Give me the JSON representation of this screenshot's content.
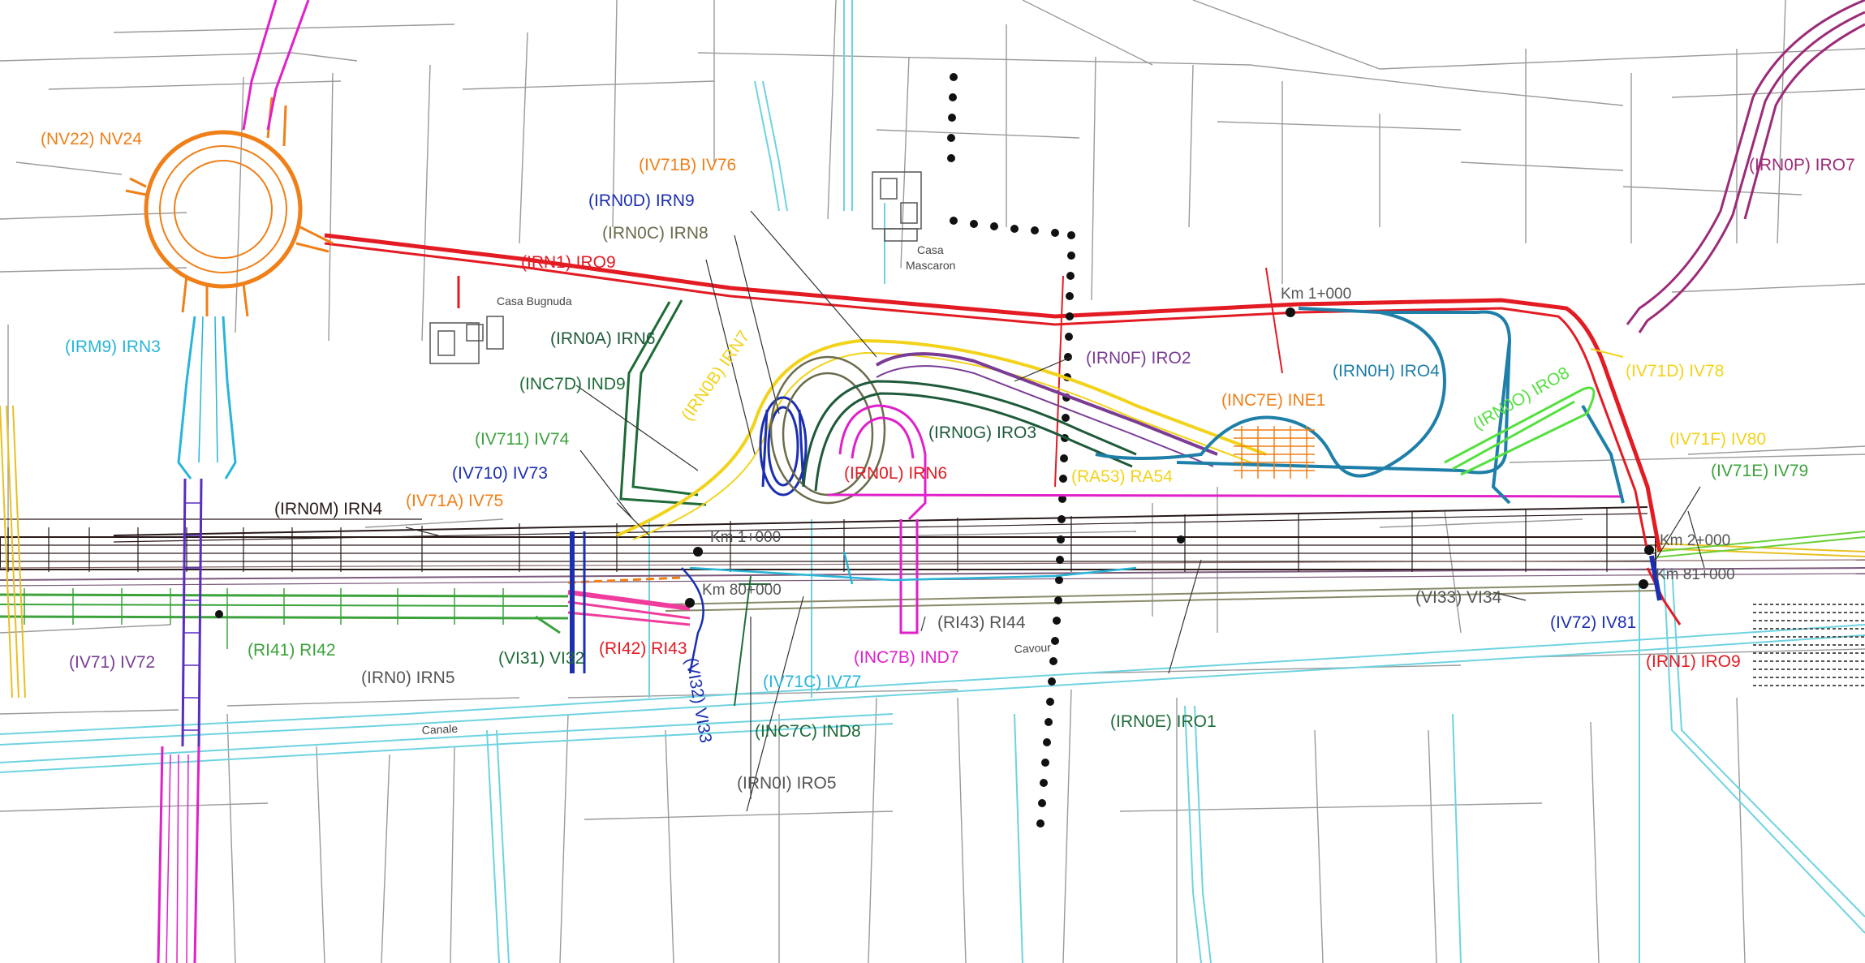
{
  "map": {
    "colors": {
      "background": "#ffffff",
      "parcel_lines": "#9a9a9a",
      "canal": "#6ed3e0",
      "rail_main": "#2a1a1a",
      "black_red": "#e31b23",
      "orange": "#f07f17",
      "cyan": "#27b5d8",
      "purple": "#7a3c96",
      "blue": "#1b2fb0",
      "magenta": "#e020c8",
      "green": "#3ca33c",
      "dark_green": "#1e6b38",
      "olive": "#6b6b4c",
      "yellow": "#f2d31a",
      "teal_blue": "#1e7fa8",
      "lime": "#55e040",
      "plum": "#9c2b79",
      "pink": "#f03c9c"
    },
    "places": {
      "casa_bugnuda": "Casa Bugnuda",
      "casa_mascaron_1": "Casa",
      "casa_mascaron_2": "Mascaron",
      "canale": "Canale",
      "cavour": "Cavour"
    },
    "chainages": {
      "km_1_000_top": "Km  1+000",
      "km_1_000_mid": "Km  1+000",
      "km_80_000": "Km  80+000",
      "km_2_000": "Km  2+000",
      "km_81_000": "Km  81+000"
    },
    "labels": {
      "nv24": "(NV22) NV24",
      "irm9": "(IRM9) IRN3",
      "irn1_top": "(IRN1) IRO9",
      "irn0a": "(IRN0A) IRN6",
      "inc7d": "(INC7D) IND9",
      "iv711": "(IV711) IV74",
      "iv710": "(IV710) IV73",
      "irn0m": "(IRN0M) IRN4",
      "iv71a": "(IV71A) IV75",
      "iv71b": "(IV71B) IV76",
      "irn0d": "(IRN0D) IRN9",
      "irn0c": "(IRN0C) IRN8",
      "irn0b": "(IRN0B) IRN7",
      "irn0f": "(IRN0F) IRO2",
      "irn0g": "(IRN0G) IRO3",
      "irn0l": "(IRN0L) IRN6",
      "ra53": "(RA53) RA54",
      "irn0h": "(IRN0H) IRO4",
      "inc7e": "(INC7E) INE1",
      "irn0o": "(IRN0O) IRO8",
      "iv71d": "(IV71D) IV78",
      "iv71f": "(IV71F) IV80",
      "iv71e": "(IV71E) IV79",
      "irn0p": "(IRN0P) IRO7",
      "iv71": "(IV71) IV72",
      "ri41": "(RI41) RI42",
      "vi31": "(VI31) VI32",
      "ri42": "(RI42) RI43",
      "irn0": "(IRN0) IRN5",
      "vi32": "(VI32) VI33",
      "iv71c": "(IV71C) IV77",
      "inc7c": "(INC7C) IND8",
      "irn0i": "(IRN0I) IRO5",
      "ri43": "(RI43) RI44",
      "inc7b": "(INC7B) IND7",
      "irn0e": "(IRN0E) IRO1",
      "vi33": "(VI33) VI34",
      "iv72": "(IV72) IV81",
      "irn1_bottom": "(IRN1) IRO9"
    }
  }
}
